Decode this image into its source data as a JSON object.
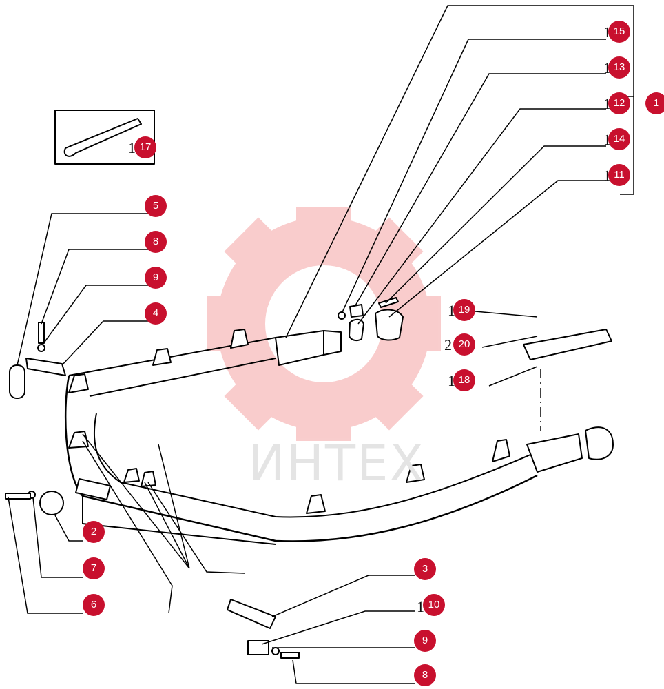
{
  "watermark": {
    "text": "ИНТЕХ",
    "color": "#f8c4c4"
  },
  "accent": "#c8102e",
  "callouts": {
    "c1": "1",
    "c2": "2",
    "c3": "3",
    "c4": "4",
    "c5": "5",
    "c6": "6",
    "c7": "7",
    "c8a": "8",
    "c8b": "8",
    "c9a": "9",
    "c9b": "9",
    "c10": "10",
    "c11": "11",
    "c12": "12",
    "c13": "13",
    "c14": "14",
    "c15": "15",
    "c17": "17",
    "c18": "18",
    "c19": "19",
    "c20": "20"
  },
  "stubs": {
    "s15": "1",
    "s13": "1",
    "s12": "1",
    "s14": "1",
    "s11": "1",
    "s17": "1",
    "s19": "1",
    "s20": "2",
    "s18": "1",
    "s10": "1"
  }
}
